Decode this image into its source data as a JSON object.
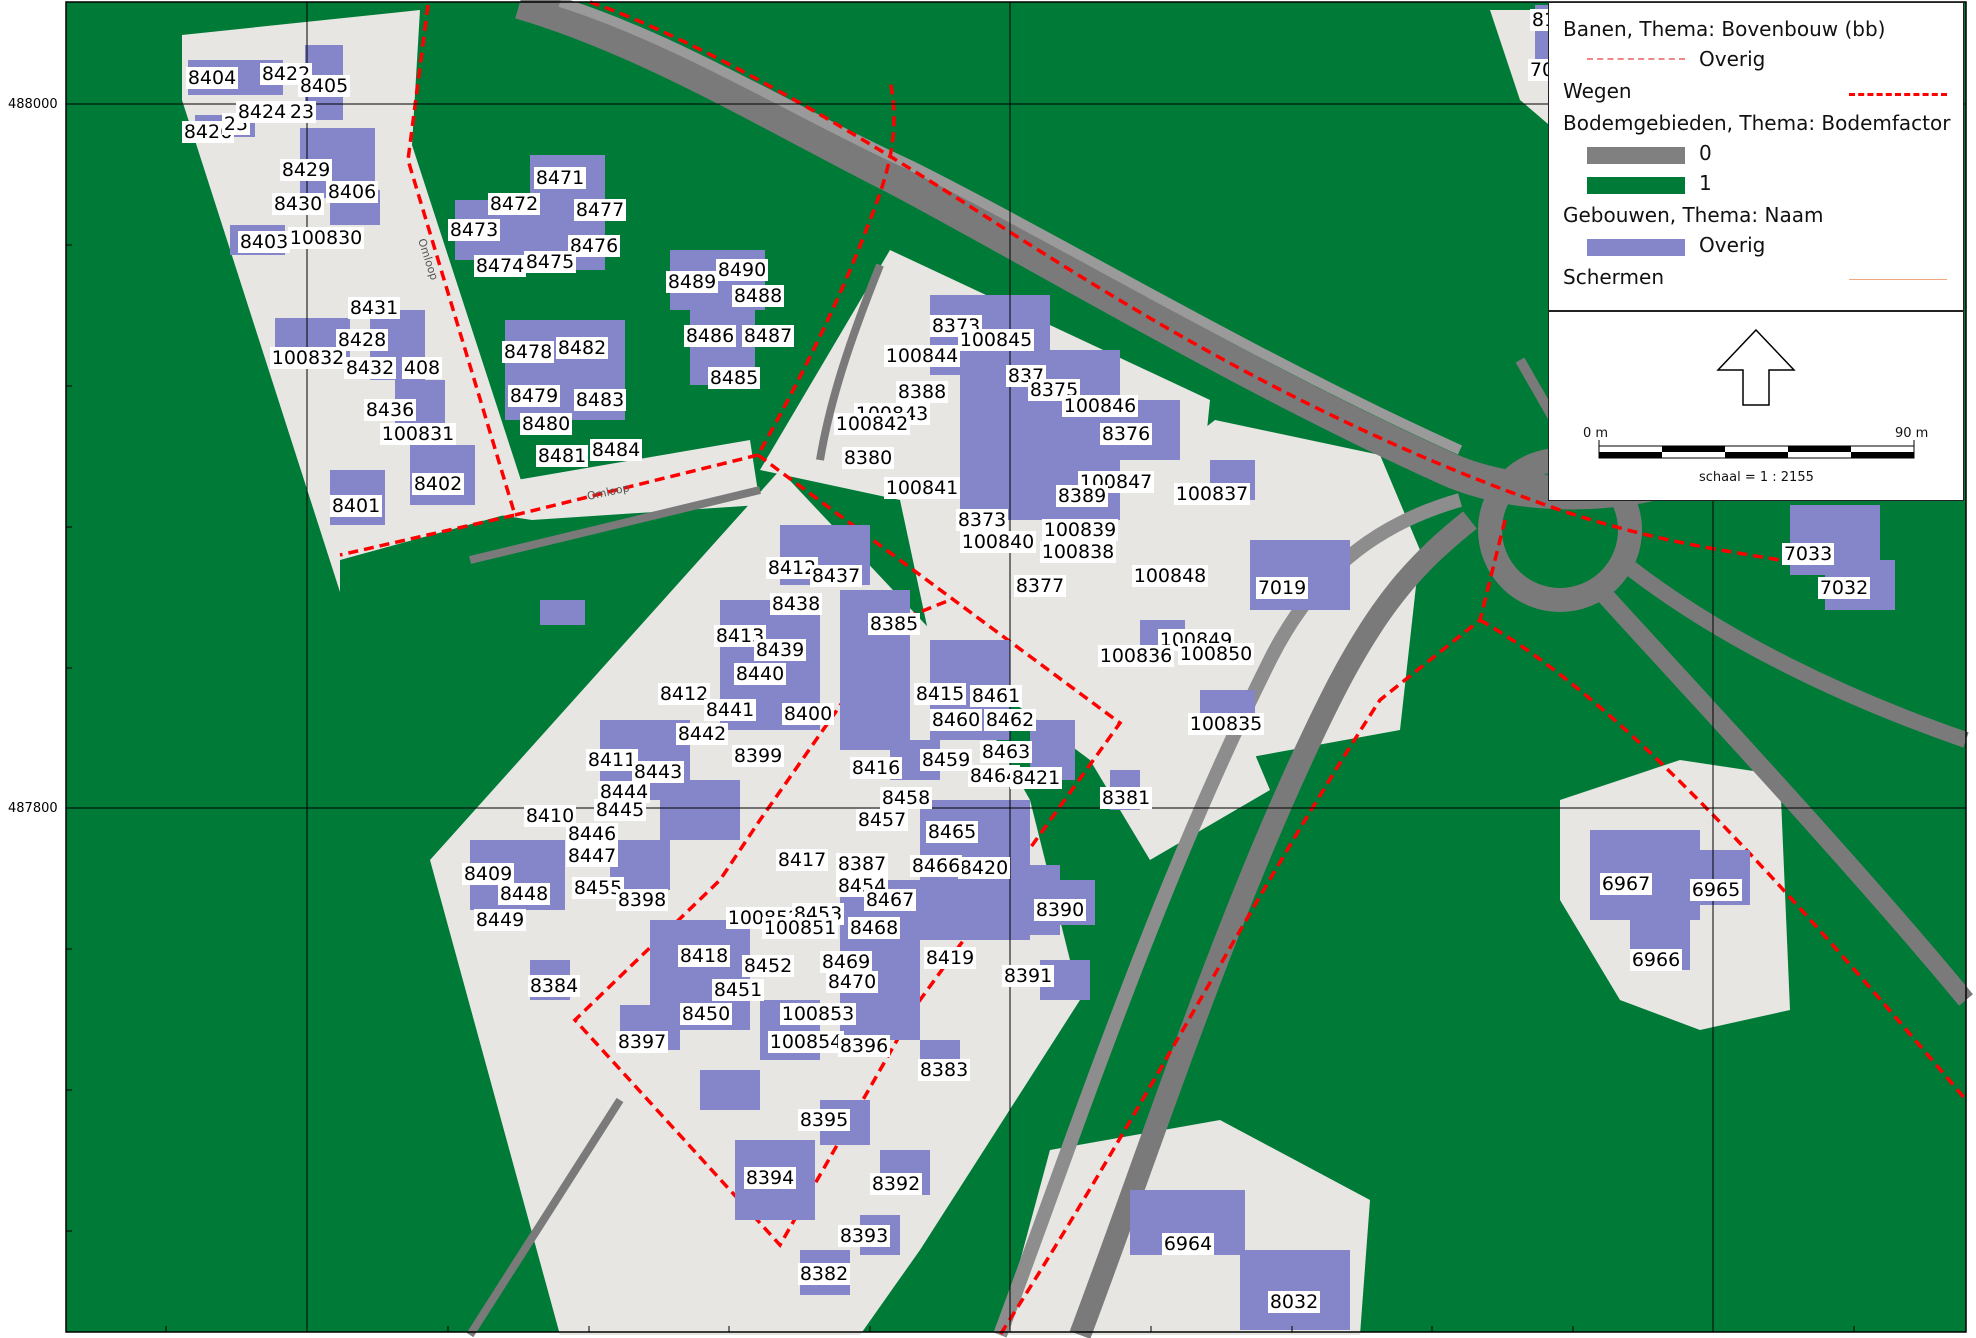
{
  "colors": {
    "grass": "#007a37",
    "paved": "#e7e6e2",
    "road": "#7a7a7a",
    "building": "#8585c9",
    "route": "#ff0000",
    "screen": "#f4a582"
  },
  "grid": {
    "y_labels": [
      "488000",
      "487800"
    ]
  },
  "streets": [
    "Omloop",
    "Omloop"
  ],
  "buildings": [
    "8404",
    "8422",
    "8405",
    "8426",
    "25",
    "8424",
    "23",
    "8429",
    "8406",
    "8430",
    "8403",
    "100830",
    "8431",
    "8428",
    "100832",
    "8432",
    "408",
    "8436",
    "100831",
    "8402",
    "8401",
    "8471",
    "8472",
    "8477",
    "8473",
    "8476",
    "8474",
    "8475",
    "8490",
    "8489",
    "8488",
    "8486",
    "8487",
    "8478",
    "8482",
    "8485",
    "8479",
    "8483",
    "8480",
    "8481",
    "8484",
    "8373",
    "100845",
    "100844",
    "837",
    "8375",
    "8388",
    "100846",
    "100843",
    "100842",
    "8376",
    "8380",
    "100847",
    "100841",
    "8389",
    "100837",
    "8373",
    "100839",
    "100840",
    "100838",
    "100848",
    "7019",
    "8377",
    "8412",
    "8437",
    "8438",
    "8385",
    "8413",
    "8439",
    "100849",
    "100836",
    "100850",
    "8440",
    "8415",
    "8461",
    "8412",
    "8441",
    "8400",
    "8460",
    "8462",
    "8442",
    "100835",
    "8399",
    "8463",
    "8411",
    "8443",
    "8416",
    "8459",
    "8464",
    "8421",
    "8444",
    "8445",
    "8458",
    "8381",
    "8410",
    "8457",
    "8446",
    "8465",
    "8447",
    "8417",
    "8387",
    "8455",
    "8420",
    "8466",
    "8409",
    "8454",
    "8448",
    "8398",
    "8467",
    "8390",
    "100852",
    "8453",
    "8449",
    "100851",
    "8468",
    "8418",
    "8452",
    "8469",
    "8419",
    "8391",
    "8384",
    "8470",
    "8451",
    "8450",
    "100853",
    "8397",
    "100854",
    "8396",
    "8383",
    "8395",
    "8394",
    "8392",
    "8393",
    "8382",
    "6964",
    "8032",
    "7033",
    "7032",
    "6967",
    "6965",
    "6966",
    "81",
    "70"
  ],
  "legend": {
    "group1_title": "Banen, Thema: Bovenbouw (bb)",
    "group1_item": "Overig",
    "group2_title": "Wegen",
    "group3_title": "Bodemgebieden, Thema: Bodemfactor",
    "group3_item0": "0",
    "group3_item1": "1",
    "group4_title": "Gebouwen, Thema: Naam",
    "group4_item": "Overig",
    "group5_title": "Schermen"
  },
  "scalebar": {
    "start_label": "0 m",
    "end_label": "90 m",
    "scale_text": "schaal = 1 : 2155"
  }
}
